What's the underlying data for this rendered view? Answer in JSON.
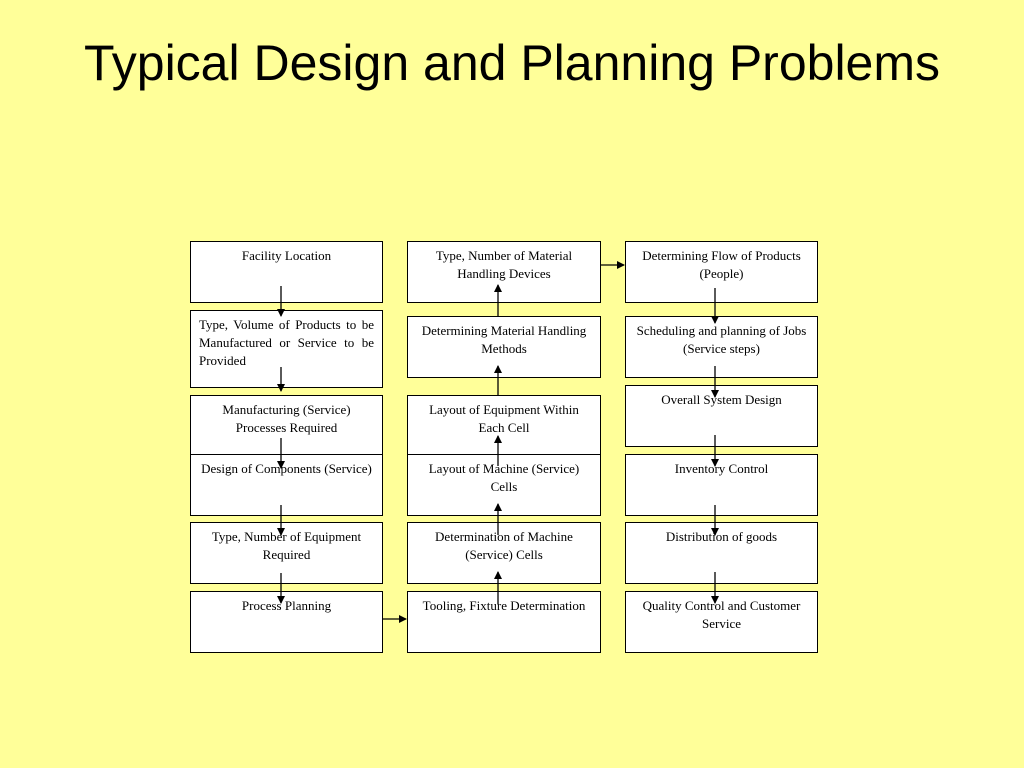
{
  "title": "Typical Design and Planning Problems",
  "boxes": {
    "facility_location": "Facility Location",
    "type_volume_products": "Type, Volume of Products to be Manufactured or Service to be Provided",
    "manufacturing_processes": "Manufacturing (Service) Processes Required",
    "design_components": "Design of Components (Service)",
    "type_number_equipment": "Type, Number of Equipment Required",
    "process_planning": "Process Planning",
    "type_number_mh_devices": "Type, Number of Material Handling Devices",
    "determining_mh_methods": "Determining Material Handling Methods",
    "layout_equipment_cell": "Layout of Equipment Within Each Cell",
    "layout_machine_cells": "Layout of Machine (Service) Cells",
    "determination_machine_cells": "Determination of Machine (Service) Cells",
    "tooling_fixture": "Tooling, Fixture Determination",
    "determining_flow": "Determining Flow of Products (People)",
    "scheduling_planning": "Scheduling and planning of Jobs (Service steps)",
    "overall_system_design": "Overall System Design",
    "inventory_control": "Inventory Control",
    "distribution_goods": "Distribution of goods",
    "quality_control": "Quality Control and Customer Service"
  }
}
